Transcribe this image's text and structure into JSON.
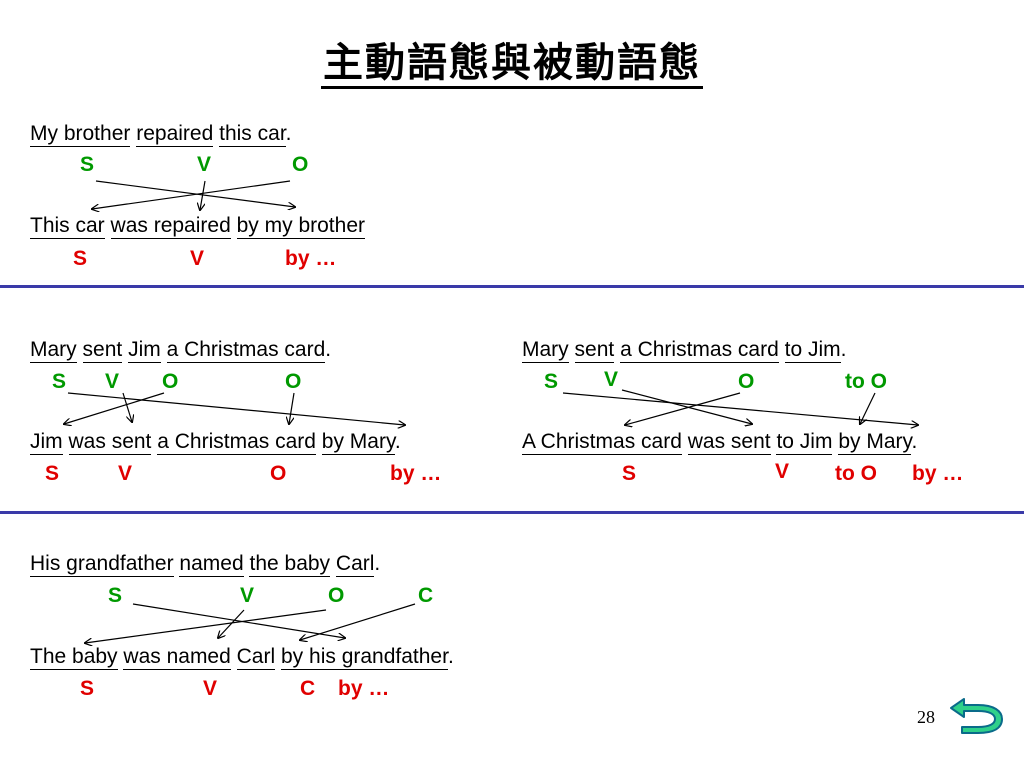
{
  "title": "主動語態與被動語態",
  "page_number": "28",
  "rules": {
    "color": "#3a3aa8"
  },
  "colors": {
    "tag_active": "#009900",
    "tag_passive": "#e00000"
  },
  "blocks": [
    {
      "active": {
        "words": [
          "My brother",
          " ",
          "repaired",
          " ",
          "this car",
          "."
        ]
      },
      "active_tags": [
        "S",
        "V",
        "O"
      ],
      "passive": {
        "words": [
          "This car",
          " ",
          "was repaired",
          " ",
          "by my brother"
        ]
      },
      "passive_tags": [
        "S",
        "V",
        "by …"
      ]
    },
    {
      "active": {
        "words": [
          "Mary",
          " ",
          "sent",
          " ",
          "Jim",
          " ",
          "a Christmas card",
          "."
        ]
      },
      "active_tags": [
        "S",
        "V",
        "O",
        "O"
      ],
      "passive": {
        "words": [
          "Jim",
          " ",
          "was sent",
          " ",
          "a Christmas card",
          " ",
          "by Mary",
          "."
        ]
      },
      "passive_tags": [
        "S",
        "V",
        "O",
        "by …"
      ]
    },
    {
      "active": {
        "words": [
          "Mary",
          " ",
          "sent",
          " ",
          "a Christmas card",
          " ",
          "to Jim",
          "."
        ]
      },
      "active_tags": [
        "S",
        "V",
        "O",
        "to O"
      ],
      "passive": {
        "words": [
          "A Christmas card",
          " ",
          "was sent",
          " ",
          "to Jim",
          " ",
          "by Mary",
          "."
        ]
      },
      "passive_tags": [
        "S",
        "V",
        "to O",
        "by …"
      ]
    },
    {
      "active": {
        "words": [
          "His grandfather",
          " ",
          "named",
          " ",
          "the baby",
          " ",
          "Carl",
          "."
        ]
      },
      "active_tags": [
        "S",
        "V",
        "O",
        "C"
      ],
      "passive": {
        "words": [
          "The baby",
          " ",
          "was named",
          " ",
          "Carl",
          " ",
          "by his grandfather",
          "."
        ]
      },
      "passive_tags": [
        "S",
        "V",
        "C",
        "by …"
      ]
    }
  ],
  "nav": {
    "back_icon": "u-turn-back-arrow-icon"
  }
}
